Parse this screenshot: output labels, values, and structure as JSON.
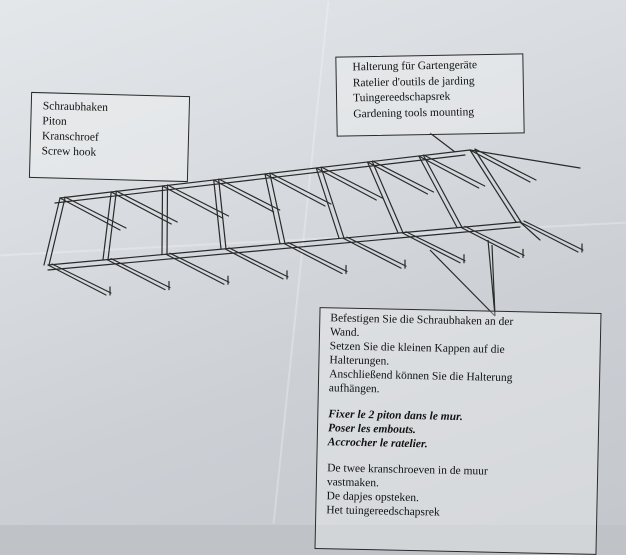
{
  "label_hook": {
    "lines": [
      "Schraubhaken",
      "Piton",
      "Kranschroef",
      "Screw hook"
    ]
  },
  "label_rack": {
    "lines": [
      "Halterung für Gartengeräte",
      "Ratelier d'outils de jarding",
      "Tuingereedschapsrek",
      "Gardening tools mounting"
    ]
  },
  "instructions": {
    "german": [
      "Befestigen Sie die Schraubhaken an der",
      "Wand.",
      "Setzen Sie die kleinen Kappen auf die",
      "Halterungen.",
      "Anschließend können Sie die Halterung",
      "aufhängen."
    ],
    "french": [
      "Fixer le 2 piton dans le mur.",
      "Poser les embouts.",
      "Accrocher le ratelier."
    ],
    "dutch": [
      "De twee kranschroeven in de muur",
      "vastmaken.",
      "De dapjes opsteken.",
      "Het tuingereedschapsrek"
    ]
  },
  "colors": {
    "ink": "#2a2a2a",
    "paper": "#d8dce0"
  }
}
